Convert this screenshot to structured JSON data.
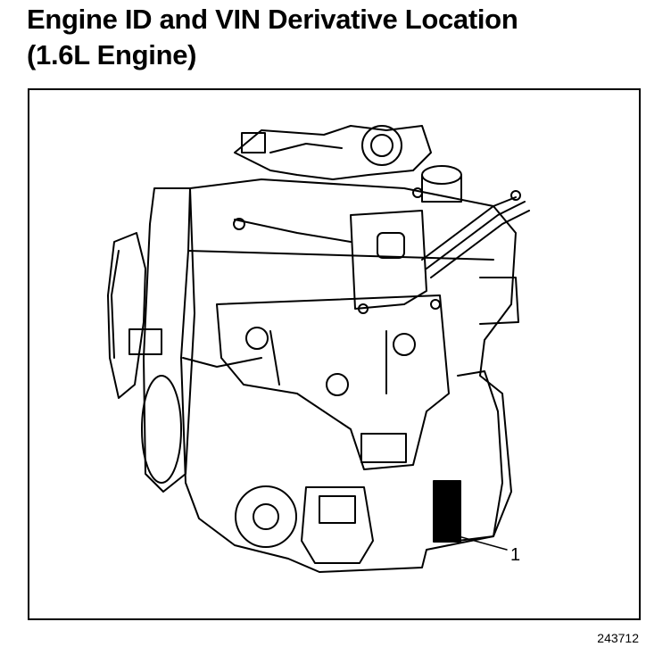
{
  "title": {
    "line1": "Engine ID and VIN Derivative Location",
    "line2": "(1.6L Engine)"
  },
  "callouts": [
    {
      "number": "1"
    }
  ],
  "figure_id": "243712"
}
